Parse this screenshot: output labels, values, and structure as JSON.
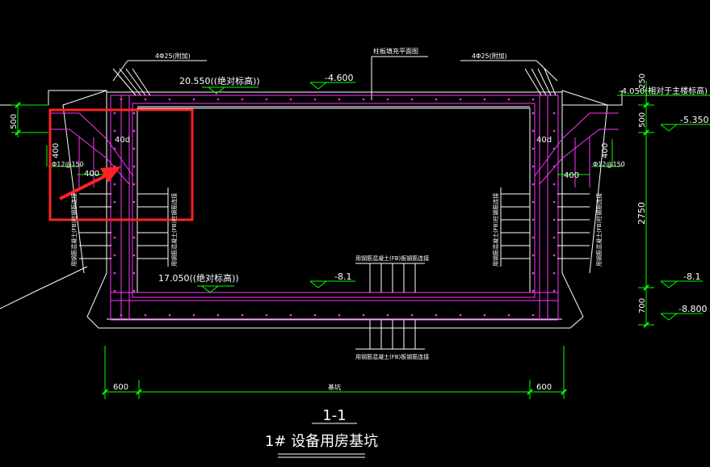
{
  "drawing": {
    "title_number": "1-1",
    "title_name": "1# 设备用房基坑",
    "colors": {
      "background": "#000000",
      "outline": "#ffffff",
      "dimension": "#00ff00",
      "rebar": "#ff33ff",
      "highlight": "#ff2222"
    },
    "labels": {
      "rebar_left_top": "4Φ25(附加)",
      "rebar_right_top": "4Φ25(附加)",
      "note_top_center": "柱板填充平面图",
      "elev_top_abs": "20.550((绝对标高))",
      "elev_top_rel": "-4.600",
      "elev_right_top": "-4.050(相对于主楼标高)",
      "elev_right_5350": "-5.350",
      "elev_bottom_abs": "17.050((绝对标高))",
      "elev_bottom_rel": "-8.1",
      "elev_right_81": "-8.1",
      "elev_right_8800": "-8.800",
      "dim_40d_left": "40d",
      "dim_40d_right": "40d",
      "dim_400_left_v": "400",
      "dim_400_left_h": "400",
      "dim_400_right_v": "400",
      "dim_400_right_h": "400",
      "rebar_left_side": "Φ12@150",
      "rebar_right_side": "Φ12@150",
      "wall_note": "用钢筋混凝土(FB)柱钢筋连接",
      "slab_note_top": "用钢筋混凝土(FB)板钢筋连接",
      "slab_note_bottom": "用钢筋混凝土(FB)板钢筋连接",
      "dim_500_left": "500",
      "dim_500_right": "500",
      "dim_250_right": "250",
      "dim_2750": "2750",
      "dim_700": "700",
      "dim_600_left": "600",
      "dim_600_right": "600",
      "dim_center": "基坑"
    }
  }
}
